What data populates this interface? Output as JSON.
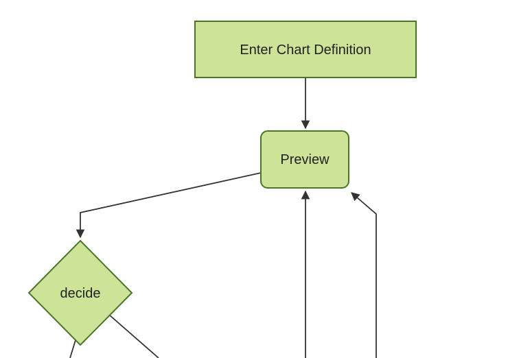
{
  "diagram": {
    "type": "flowchart",
    "direction": "top-down",
    "background": "#ffffff",
    "colors": {
      "node_fill": "#cde498",
      "node_border": "#4a7526",
      "edge": "#333333",
      "label": "#1f1f1f"
    },
    "nodes": [
      {
        "id": "enter-chart-definition",
        "shape": "rectangle",
        "label": "Enter Chart Definition"
      },
      {
        "id": "preview",
        "shape": "rounded-rectangle",
        "label": "Preview"
      },
      {
        "id": "decide",
        "shape": "diamond",
        "label": "decide"
      }
    ],
    "edges": [
      {
        "from": "enter-chart-definition",
        "to": "preview",
        "arrowhead": true
      },
      {
        "from": "preview",
        "to": "decide",
        "arrowhead": true
      },
      {
        "from": "decide",
        "to": "offscreen-bottom-left",
        "arrowhead": false
      },
      {
        "from": "decide",
        "to": "offscreen-bottom-right",
        "arrowhead": false
      },
      {
        "from": "offscreen-bottom-center",
        "to": "preview",
        "arrowhead": true
      },
      {
        "from": "offscreen-bottom-right",
        "to": "preview",
        "arrowhead": true
      }
    ]
  }
}
